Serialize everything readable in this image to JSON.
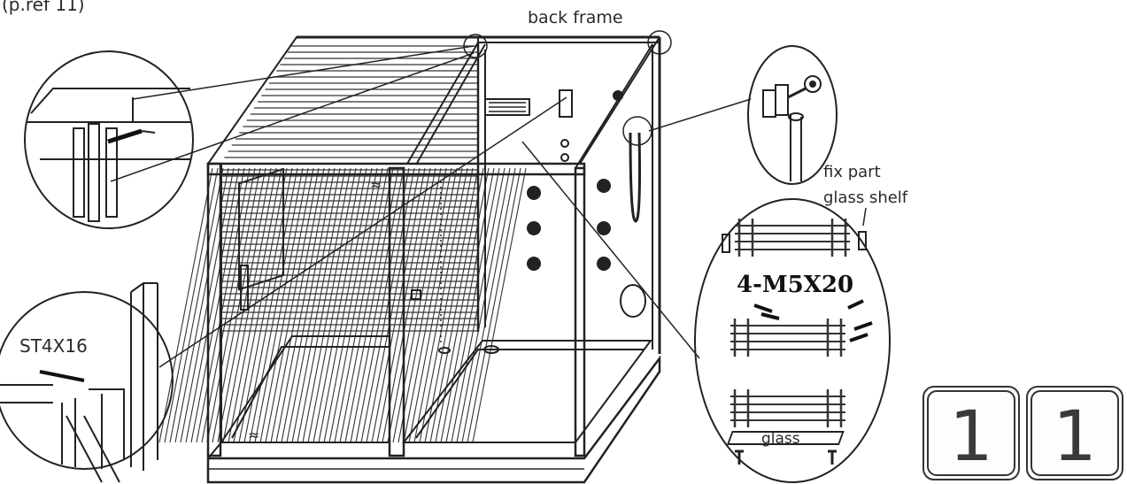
{
  "top_fragment": "(p.ref 11)",
  "labels": {
    "back_frame": "back frame",
    "fix_part": "fix part",
    "glass_shelf": "glass shelf",
    "screw_spec": "4-M5X20",
    "screw_left": "ST4X16",
    "glass": "glass"
  },
  "step_numbers": [
    "1",
    "1"
  ],
  "colors": {
    "ink": "#222222",
    "paper": "#ffffff"
  }
}
